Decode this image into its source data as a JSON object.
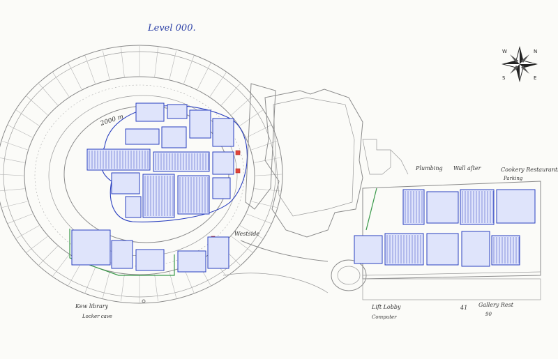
{
  "title": "Level 000.",
  "compass": {
    "n": "N",
    "s": "S",
    "e": "E",
    "w": "W"
  },
  "labels": {
    "lower_dome_left": "2000 m",
    "westside": "Westside",
    "plumbing": "Plumbing",
    "wall_after": "Wall after",
    "cookery_restaurants": "Cookery Restaurants",
    "parking": "Parking",
    "kew_bottom_left": "Kew library",
    "lockers_bottom_left": "Locker cave",
    "bottom_mid_1": "Lift Lobby",
    "bottom_mid_2": "Computer",
    "bottom_num": "41",
    "gallery_rest": "Gallery Rest",
    "gallery_num": "90"
  },
  "colors": {
    "ink": "#8a8a8a",
    "blue": "#2a3fbf",
    "green": "#3a9a4a",
    "red": "#e0443a"
  }
}
